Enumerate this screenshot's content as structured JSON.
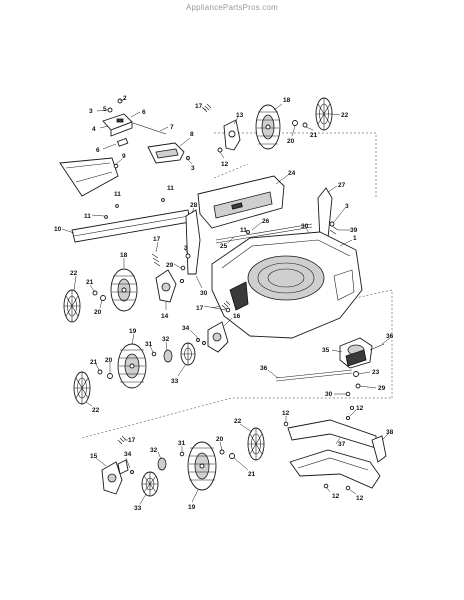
{
  "header": {
    "watermark": "AppliancePartsPros.com"
  },
  "diagram": {
    "callouts": [
      {
        "id": "c2",
        "text": "2"
      },
      {
        "id": "c3a",
        "text": "3"
      },
      {
        "id": "c5",
        "text": "5"
      },
      {
        "id": "c6a",
        "text": "6"
      },
      {
        "id": "c4",
        "text": "4"
      },
      {
        "id": "c7",
        "text": "7"
      },
      {
        "id": "c6b",
        "text": "6"
      },
      {
        "id": "c8",
        "text": "8"
      },
      {
        "id": "c3b",
        "text": "3"
      },
      {
        "id": "c9",
        "text": "9"
      },
      {
        "id": "c17a",
        "text": "17"
      },
      {
        "id": "c13",
        "text": "13"
      },
      {
        "id": "c18a",
        "text": "18"
      },
      {
        "id": "c22a",
        "text": "22"
      },
      {
        "id": "c21a",
        "text": "21"
      },
      {
        "id": "c20a",
        "text": "20"
      },
      {
        "id": "c12a",
        "text": "12"
      },
      {
        "id": "c11a",
        "text": "11"
      },
      {
        "id": "c11b",
        "text": "11"
      },
      {
        "id": "c11c",
        "text": "11"
      },
      {
        "id": "c10",
        "text": "10"
      },
      {
        "id": "c24",
        "text": "24"
      },
      {
        "id": "c27",
        "text": "27"
      },
      {
        "id": "c3c",
        "text": "3"
      },
      {
        "id": "c39",
        "text": "39"
      },
      {
        "id": "c30a",
        "text": "30"
      },
      {
        "id": "c28",
        "text": "28"
      },
      {
        "id": "c26",
        "text": "26"
      },
      {
        "id": "c11d",
        "text": "11"
      },
      {
        "id": "c25",
        "text": "25"
      },
      {
        "id": "c1",
        "text": "1"
      },
      {
        "id": "c17b",
        "text": "17"
      },
      {
        "id": "c3d",
        "text": "3"
      },
      {
        "id": "c29",
        "text": "29"
      },
      {
        "id": "c30b",
        "text": "30"
      },
      {
        "id": "c18b",
        "text": "18"
      },
      {
        "id": "c22b",
        "text": "22"
      },
      {
        "id": "c21b",
        "text": "21"
      },
      {
        "id": "c20b",
        "text": "20"
      },
      {
        "id": "c14",
        "text": "14"
      },
      {
        "id": "c17c",
        "text": "17"
      },
      {
        "id": "c16",
        "text": "16"
      },
      {
        "id": "c34a",
        "text": "34"
      },
      {
        "id": "c19a",
        "text": "19"
      },
      {
        "id": "c31a",
        "text": "31"
      },
      {
        "id": "c32a",
        "text": "32"
      },
      {
        "id": "c33a",
        "text": "33"
      },
      {
        "id": "c21c",
        "text": "21"
      },
      {
        "id": "c20c",
        "text": "20"
      },
      {
        "id": "c22c",
        "text": "22"
      },
      {
        "id": "c35",
        "text": "35"
      },
      {
        "id": "c36a",
        "text": "36"
      },
      {
        "id": "c36b",
        "text": "36"
      },
      {
        "id": "c23",
        "text": "23"
      },
      {
        "id": "c29b",
        "text": "29"
      },
      {
        "id": "c30c",
        "text": "30"
      },
      {
        "id": "c12b",
        "text": "12"
      },
      {
        "id": "c12c",
        "text": "12"
      },
      {
        "id": "c37",
        "text": "37"
      },
      {
        "id": "c38",
        "text": "38"
      },
      {
        "id": "c22d",
        "text": "22"
      },
      {
        "id": "c17d",
        "text": "17"
      },
      {
        "id": "c20d",
        "text": "20"
      },
      {
        "id": "c31b",
        "text": "31"
      },
      {
        "id": "c21d",
        "text": "21"
      },
      {
        "id": "c15",
        "text": "15"
      },
      {
        "id": "c32b",
        "text": "32"
      },
      {
        "id": "c34b",
        "text": "34"
      },
      {
        "id": "c33b",
        "text": "33"
      },
      {
        "id": "c19b",
        "text": "19"
      },
      {
        "id": "c12d",
        "text": "12"
      },
      {
        "id": "c12e",
        "text": "12"
      }
    ]
  }
}
